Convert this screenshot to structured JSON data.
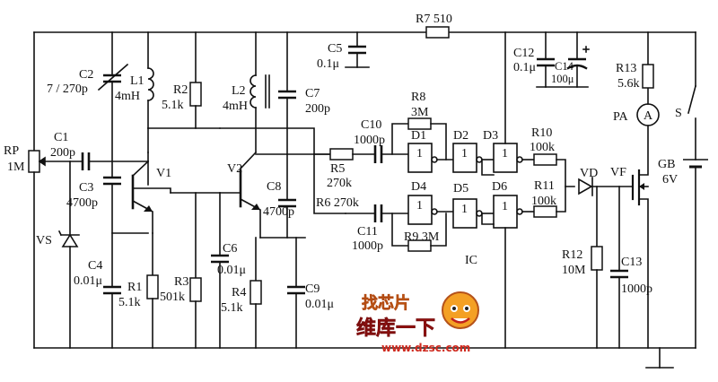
{
  "diagram": {
    "components": {
      "R7": "R7 510",
      "C5": "C5",
      "C5v": "0.1μ",
      "C12": "C12",
      "C12v": "0.1μ",
      "C14": "C14",
      "C14v": "100μ",
      "R13": "R13",
      "R13v": "5.6k",
      "PA": "PA",
      "S": "S",
      "GB": "GB",
      "GBv": "6V",
      "C2": "C2",
      "C2v": "7 / 270p",
      "L1": "L1",
      "L1v": "4mH",
      "R2": "R2",
      "R2v": "5.1k",
      "L2": "L2",
      "L2v": "4mH",
      "C7": "C7",
      "C7v": "200p",
      "R8": "R8",
      "R8v": "3M",
      "C10": "C10",
      "C10v": "1000p",
      "R5": "R5",
      "R5v": "270k",
      "R6": "R6 270k",
      "C11": "C11",
      "C11v": "1000p",
      "R9": "R9 3M",
      "D1": "D1",
      "D2": "D2",
      "D3": "D3",
      "D4": "D4",
      "D5": "D5",
      "D6": "D6",
      "R10": "R10",
      "R10v": "100k",
      "R11": "R11",
      "R11v": "100k",
      "VD": "VD",
      "VF": "VF",
      "RP": "RP",
      "RPv": "1M",
      "C1": "C1",
      "C1v": "200p",
      "C3": "C3",
      "C3v": "4700p",
      "V1": "V1",
      "V2": "V2",
      "C8": "C8",
      "C8v": "4700p",
      "VS": "VS",
      "C4": "C4",
      "C4v": "0.01μ",
      "R1": "R1",
      "R1v": "5.1k",
      "R3": "R3",
      "R3v": "501k",
      "C6": "C6",
      "C6v": "0.01μ",
      "R4": "R4",
      "R4v": "5.1k",
      "C9": "C9",
      "C9v": "0.01μ",
      "IC": "IC",
      "R12": "R12",
      "R12v": "10M",
      "C13": "C13",
      "C13v": "1000p"
    },
    "gate_symbol": "1",
    "meter_symbol": "A",
    "watermark": {
      "title": "维库一下",
      "url": "www.dzsc.com",
      "badge": "找芯片"
    }
  }
}
